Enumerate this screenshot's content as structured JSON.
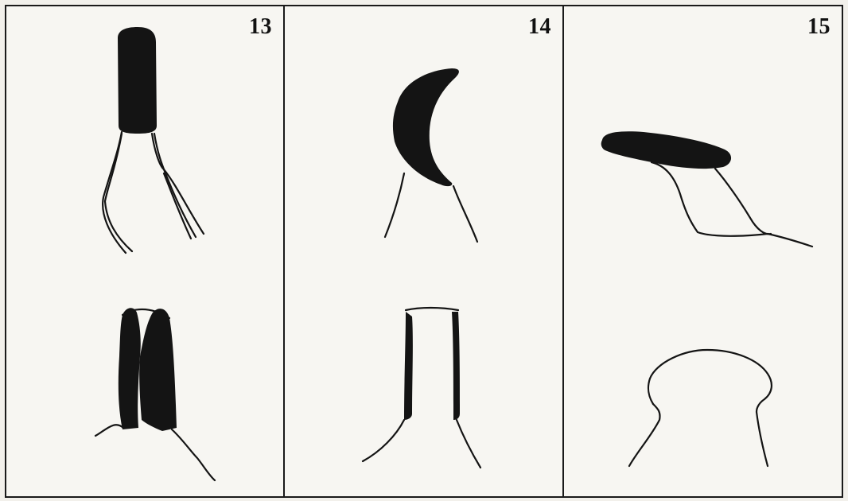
{
  "plate": {
    "panels": [
      {
        "number": "13"
      },
      {
        "number": "14"
      },
      {
        "number": "15"
      }
    ]
  },
  "colors": {
    "ink": "#141414",
    "paper": "#f7f6f2",
    "border": "#1a1a1a"
  }
}
